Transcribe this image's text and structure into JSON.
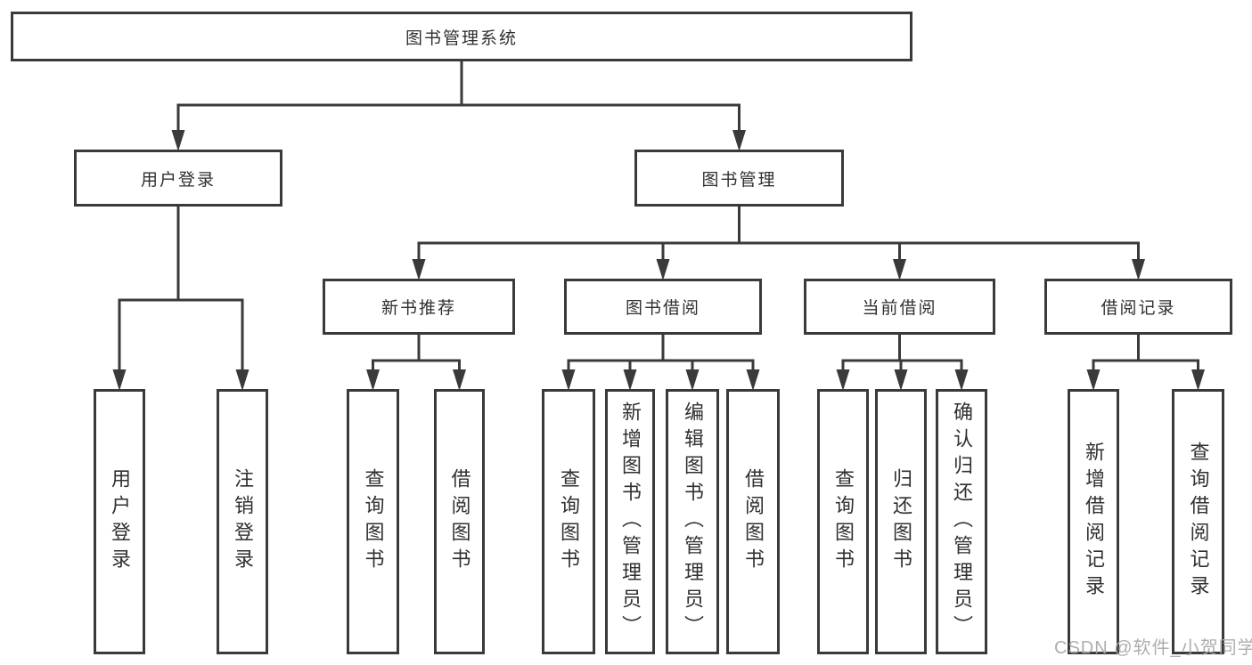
{
  "diagram": {
    "title": "图书管理系统"
  },
  "nodes": [
    {
      "id": "root",
      "label": "图书管理系统",
      "orientation": "horizontal",
      "children": [
        "user-login",
        "book-mgmt"
      ]
    },
    {
      "id": "user-login",
      "label": "用户登录",
      "orientation": "horizontal",
      "children": [
        "user-login-leaf",
        "logout-leaf"
      ]
    },
    {
      "id": "book-mgmt",
      "label": "图书管理",
      "orientation": "horizontal",
      "children": [
        "new-book-rec",
        "book-borrow",
        "current-borrow",
        "borrow-records"
      ]
    },
    {
      "id": "new-book-rec",
      "label": "新书推荐",
      "orientation": "horizontal",
      "children": [
        "query-books-rec",
        "borrow-books-rec"
      ]
    },
    {
      "id": "book-borrow",
      "label": "图书借阅",
      "orientation": "horizontal",
      "children": [
        "query-books-borrow",
        "add-books",
        "edit-books",
        "borrow-books-borrow"
      ]
    },
    {
      "id": "current-borrow",
      "label": "当前借阅",
      "orientation": "horizontal",
      "children": [
        "query-books-current",
        "return-books",
        "confirm-return"
      ]
    },
    {
      "id": "borrow-records",
      "label": "借阅记录",
      "orientation": "horizontal",
      "children": [
        "add-borrow-record",
        "query-borrow-record"
      ]
    },
    {
      "id": "user-login-leaf",
      "label": "用户登录",
      "orientation": "vertical",
      "children": []
    },
    {
      "id": "logout-leaf",
      "label": "注销登录",
      "orientation": "vertical",
      "children": []
    },
    {
      "id": "query-books-rec",
      "label": "查询图书",
      "orientation": "vertical",
      "children": []
    },
    {
      "id": "borrow-books-rec",
      "label": "借阅图书",
      "orientation": "vertical",
      "children": []
    },
    {
      "id": "query-books-borrow",
      "label": "查询图书",
      "orientation": "vertical",
      "children": []
    },
    {
      "id": "add-books",
      "label": "新增图书（管理员）",
      "orientation": "vertical",
      "children": []
    },
    {
      "id": "edit-books",
      "label": "编辑图书（管理员）",
      "orientation": "vertical",
      "children": []
    },
    {
      "id": "borrow-books-borrow",
      "label": "借阅图书",
      "orientation": "vertical",
      "children": []
    },
    {
      "id": "query-books-current",
      "label": "查询图书",
      "orientation": "vertical",
      "children": []
    },
    {
      "id": "return-books",
      "label": "归还图书",
      "orientation": "vertical",
      "children": []
    },
    {
      "id": "confirm-return",
      "label": "确认归还（管理员）",
      "orientation": "vertical",
      "children": []
    },
    {
      "id": "add-borrow-record",
      "label": "新增借阅记录",
      "orientation": "vertical",
      "children": []
    },
    {
      "id": "query-borrow-record",
      "label": "查询借阅记录",
      "orientation": "vertical",
      "children": []
    }
  ],
  "watermark": {
    "text": "CSDN @软件_小贺同学"
  },
  "colors": {
    "line": "#3a3a3a",
    "text": "#303030",
    "background": "#ffffff",
    "watermark": "#a8a8a8"
  }
}
